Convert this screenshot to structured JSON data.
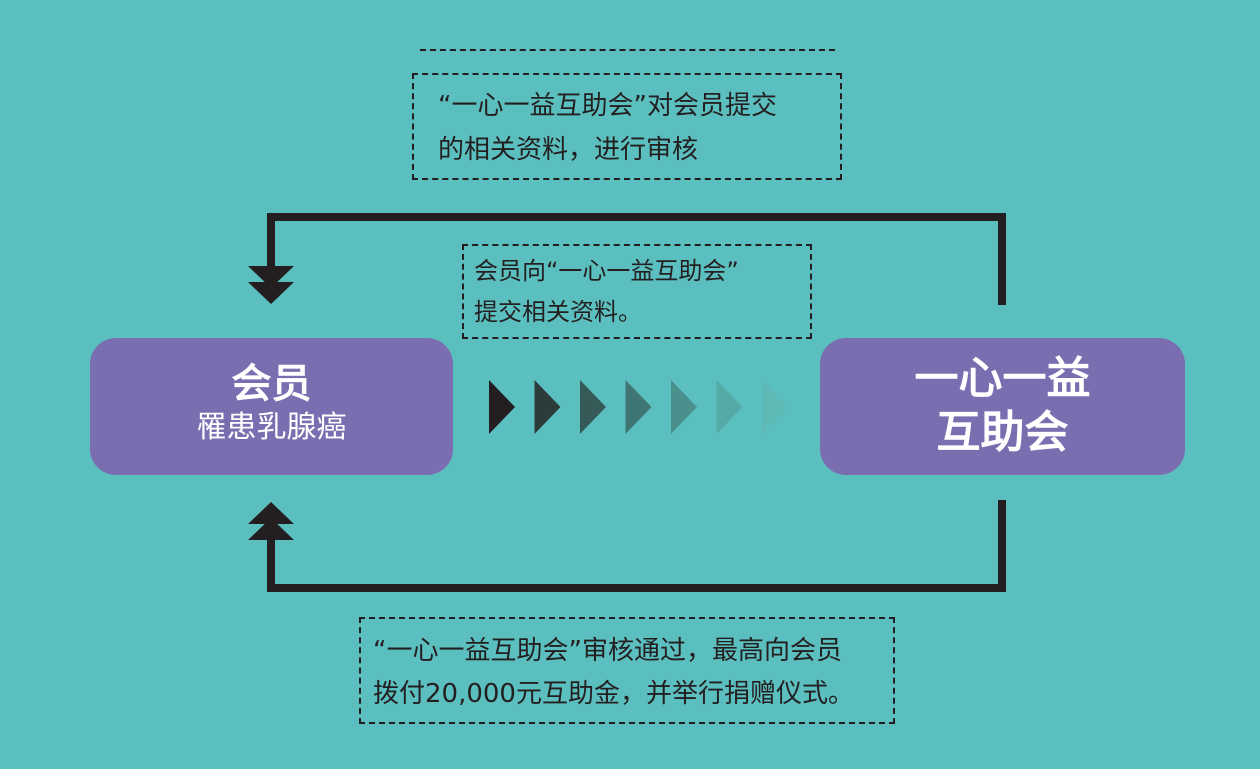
{
  "note_top": {
    "line1": "“一心一益互助会”对会员提交",
    "line2": "的相关资料，进行审核"
  },
  "note_middle": {
    "line1": "会员向“一心一益互助会”",
    "line2": "提交相关资料。"
  },
  "note_bottom": {
    "line1": "“一心一益互助会”审核通过，最高向会员",
    "line2": "拨付20,000元互助金，并举行捐赠仪式。"
  },
  "member_box": {
    "title": "会员",
    "subtitle": "罹患乳腺癌"
  },
  "association_box": {
    "line1": "一心一益",
    "line2": "互助会"
  },
  "colors": {
    "background": "#5cbfbf",
    "box": "#7b6eb0",
    "line": "#231f20",
    "chevrons": [
      "#231f20",
      "#2c3c3b",
      "#355a58",
      "#3f7674",
      "#4a918e",
      "#54aaa7",
      "#5fb9b5"
    ]
  }
}
